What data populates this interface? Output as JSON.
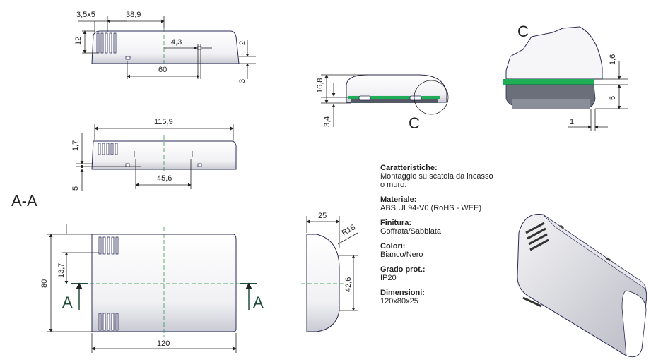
{
  "dims": {
    "d_3_5x5": "3,5x5",
    "d_38_9": "38,9",
    "d_12": "12",
    "d_4_3": "4,3",
    "d_2": "2",
    "d_3": "3",
    "d_60": "60",
    "d_115_9": "115,9",
    "d_1_7": "1,7",
    "d_5_left": "5",
    "d_45_6": "45,6",
    "d_80": "80",
    "d_13_7": "13,7",
    "d_120": "120",
    "d_16_8": "16,8",
    "d_3_4": "3,4",
    "d_25": "25",
    "d_R18": "R18",
    "d_42_6": "42,6",
    "d_1_6": "1,6",
    "d_5_detail": "5",
    "d_1": "1"
  },
  "labels": {
    "section_title": "A-A",
    "section_mark": "A",
    "detail_ref": "C",
    "detail_title": "C"
  },
  "specs": [
    {
      "label": "Caratteristiche:",
      "value": "Montaggio su scatola da incasso\no muro."
    },
    {
      "label": "Materiale:",
      "value": "ABS UL94-V0 (RoHS - WEE)"
    },
    {
      "label": "Finitura:",
      "value": "Goffrata/Sabbiata"
    },
    {
      "label": "Colori:",
      "value": "Bianco/Nero"
    },
    {
      "label": "Grado prot.:",
      "value": "IP20"
    },
    {
      "label": "Dimensioni:",
      "value": "120x80x25"
    }
  ],
  "colors": {
    "outline": "#2a2a55",
    "axis": "#1c8a3a",
    "pcb": "#1fae55",
    "base": "#555a66"
  }
}
